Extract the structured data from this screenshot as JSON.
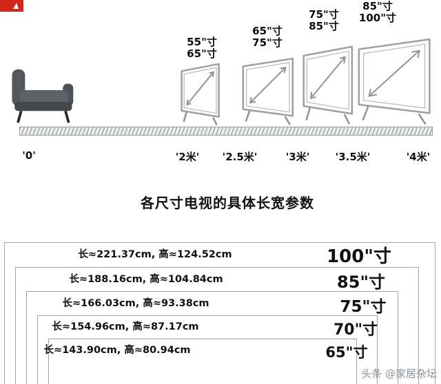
{
  "colors": {
    "accent_red": "#d3251a",
    "line_gray": "#a3a3a3"
  },
  "scene": {
    "tvs": [
      {
        "labels": [
          "55\"寸",
          "65\"寸"
        ]
      },
      {
        "labels": [
          "65\"寸",
          "75\"寸"
        ]
      },
      {
        "labels": [
          "75\"寸",
          "85\"寸"
        ]
      },
      {
        "labels": [
          "85\"寸",
          "100\"寸"
        ]
      }
    ],
    "ruler_labels": [
      "'0'",
      "'2米'",
      "'2.5米'",
      "'3米'",
      "'3.5米'",
      "'4米'"
    ]
  },
  "title": "各尺寸电视的具体长宽参数",
  "table": {
    "rows": [
      {
        "dims": "长≈221.37cm, 高≈124.52cm",
        "size": "100\"寸"
      },
      {
        "dims": "长≈188.16cm, 高≈104.84cm",
        "size": "85\"寸"
      },
      {
        "dims": "长≈166.03cm, 高≈93.38cm",
        "size": "75\"寸"
      },
      {
        "dims": "长≈154.96cm, 高≈87.17cm",
        "size": "70\"寸"
      },
      {
        "dims": "长≈143.90cm, 高≈80.94cm",
        "size": "65\"寸"
      }
    ]
  },
  "watermark": "头条 @家居杂坛"
}
